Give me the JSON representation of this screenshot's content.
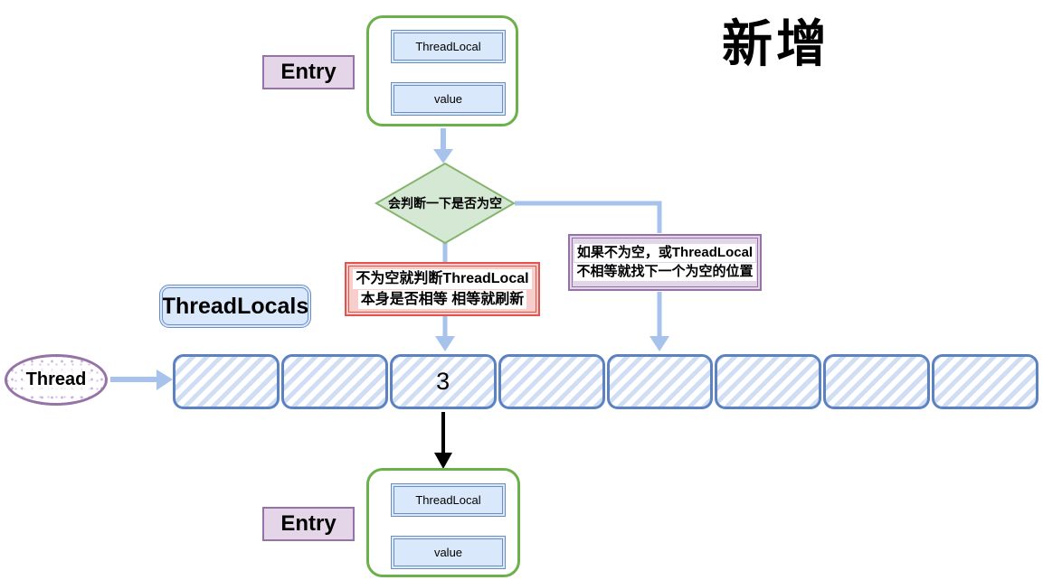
{
  "title": "新增",
  "top_entry": {
    "label": "Entry",
    "field1": "ThreadLocal",
    "field2": "value"
  },
  "bottom_entry": {
    "label": "Entry",
    "field1": "ThreadLocal",
    "field2": "value"
  },
  "decision": {
    "label": "会判断一下是否为空"
  },
  "red_note": {
    "line1": "不为空就判断ThreadLocal",
    "line2": "本身是否相等 相等就刷新"
  },
  "purple_note": {
    "line1": "如果不为空，或ThreadLocal",
    "line2": "不相等就找下一个为空的位置"
  },
  "threadlocals": {
    "label": "ThreadLocals"
  },
  "thread": {
    "label": "Thread"
  },
  "array": {
    "cells": [
      "",
      "",
      "3",
      "",
      "",
      "",
      "",
      ""
    ]
  },
  "colors": {
    "arrow_blue": "#a7c3ec",
    "green_border": "#6cb04c",
    "diamond_fill": "#d5e8d4",
    "diamond_stroke": "#85b56c",
    "purple_border": "#9673a6",
    "purple_fill": "#e1d5e7",
    "red_border": "#e0564d",
    "red_fill": "#f8cecc",
    "blue_border": "#6c8ebf",
    "blue_fill": "#dae8fc",
    "array_border": "#5d82c1",
    "black_arrow": "#000000"
  }
}
